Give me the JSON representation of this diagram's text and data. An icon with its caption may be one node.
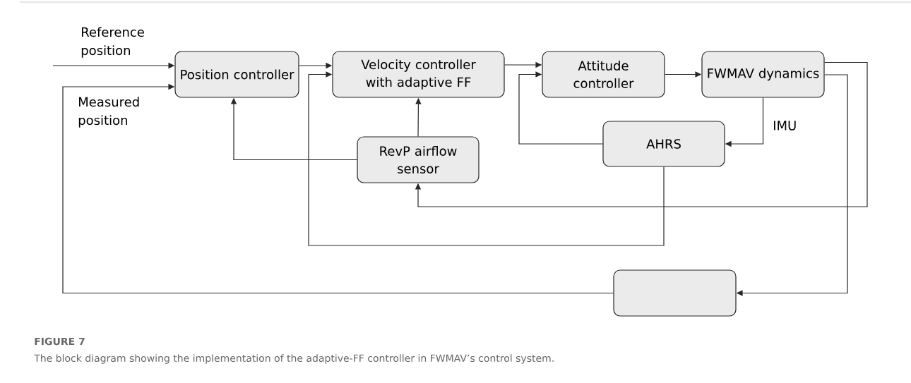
{
  "diagram": {
    "title": "FIGURE 7",
    "caption": "The block diagram showing the implementation of the adaptive-FF controller in FWMAV’s control system.",
    "nodes": [
      {
        "text": [
          "Position controller"
        ]
      },
      {
        "text": [
          "Velocity controller with adaptive FF"
        ]
      },
      {
        "text": [
          "Attitude controller"
        ]
      },
      {
        "text": [
          "FWMAV dynamics"
        ]
      },
      {
        "text": [
          "AHRS"
        ]
      },
      {
        "text": [
          "RevP airflow sensor"
        ]
      },
      {
        "text": [],
        "shape": "box"
      }
    ],
    "edges": [
      {
        "from": null,
        "to": 0,
        "arrow": "to",
        "label": "Reference position"
      },
      {
        "from": 6,
        "to": 0,
        "arrow": "to",
        "label": "Measured position"
      },
      {
        "from": 0,
        "to": 1,
        "arrow": "to"
      },
      {
        "from": 1,
        "to": 2,
        "arrow": "to"
      },
      {
        "from": 2,
        "to": 3,
        "arrow": "to"
      },
      {
        "from": 3,
        "to": 4,
        "arrow": "to",
        "label": "IMU"
      },
      {
        "from": 4,
        "to": 2,
        "arrow": "to"
      },
      {
        "from": 4,
        "to": 1,
        "arrow": "to"
      },
      {
        "from": 5,
        "to": 0,
        "arrow": "to"
      },
      {
        "from": 5,
        "to": 1,
        "arrow": "to"
      },
      {
        "from": 3,
        "to": 5,
        "arrow": "to"
      },
      {
        "from": 3,
        "to": 6,
        "arrow": "to"
      }
    ]
  }
}
